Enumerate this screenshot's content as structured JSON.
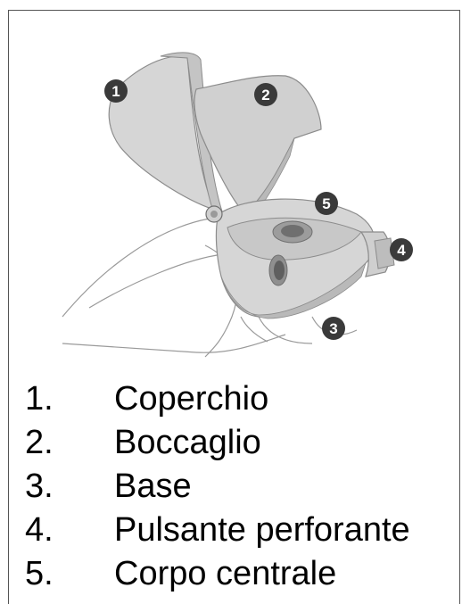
{
  "figure": {
    "callouts": [
      {
        "number": "1"
      },
      {
        "number": "2"
      },
      {
        "number": "3"
      },
      {
        "number": "4"
      },
      {
        "number": "5"
      }
    ],
    "colors": {
      "device_fill": "#d6d6d6",
      "device_shade": "#b9b9b9",
      "device_dark": "#8c8c8c",
      "badge_fill": "#3a3a3a",
      "badge_text": "#ffffff",
      "hand_line": "#9a9a9a"
    }
  },
  "legend": {
    "items": [
      {
        "number": "1.",
        "label": "Coperchio"
      },
      {
        "number": "2.",
        "label": "Boccaglio"
      },
      {
        "number": "3.",
        "label": "Base"
      },
      {
        "number": "4.",
        "label": "Pulsante perforante"
      },
      {
        "number": "5.",
        "label": "Corpo centrale"
      }
    ]
  }
}
